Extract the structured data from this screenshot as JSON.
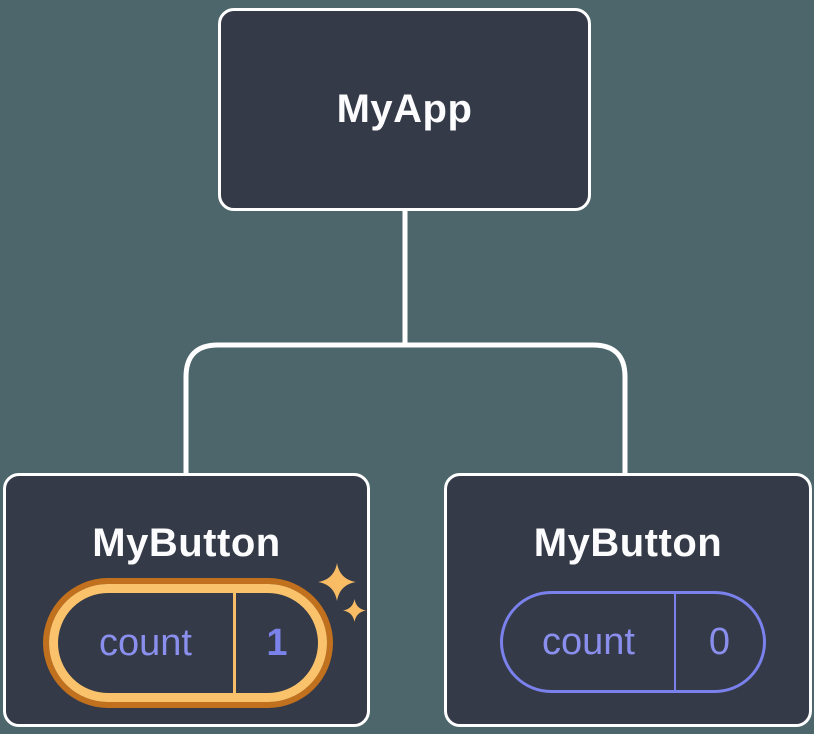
{
  "tree": {
    "root": {
      "label": "MyApp"
    },
    "children": [
      {
        "label": "MyButton",
        "state": {
          "name": "count",
          "value": "1"
        },
        "highlighted": true,
        "icon": "sparkle-icon"
      },
      {
        "label": "MyButton",
        "state": {
          "name": "count",
          "value": "0"
        },
        "highlighted": false
      }
    ]
  },
  "colors": {
    "background": "#4D666C",
    "card": "#343A47",
    "card_border": "#FFFFFF",
    "connector": "#FFFFFF",
    "purple_text": "#8A8FEE",
    "purple_border": "#7A81EC",
    "value_bold": "#7B82EA",
    "orange_outer": "#C1701D",
    "orange_inner": "#FBC26C",
    "orange_divider": "#F9BD69",
    "sparkle": "#F8BC64"
  }
}
